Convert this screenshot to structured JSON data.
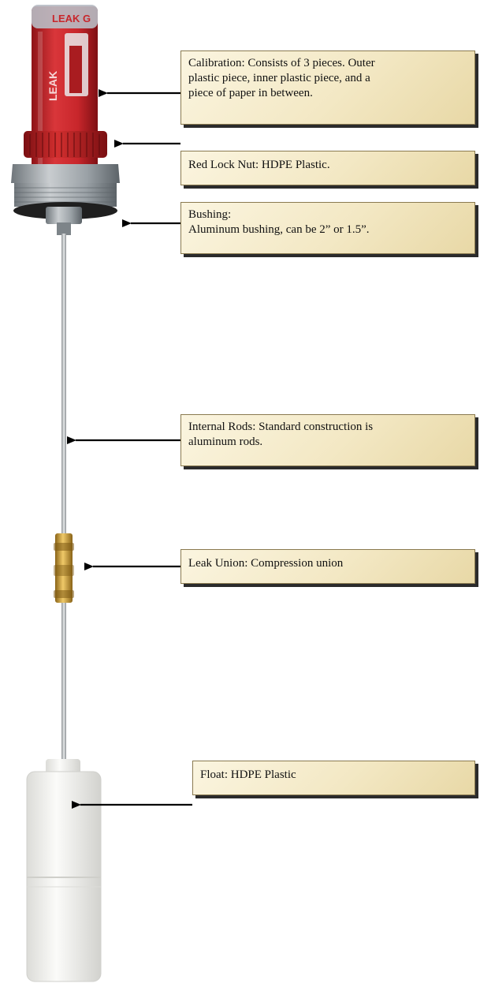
{
  "gauge": {
    "cap_text": "LEAK G",
    "side_text": "LEAK"
  },
  "callouts": {
    "calibration": {
      "lines": [
        "Calibration: Consists of 3 pieces.  Outer",
        "plastic piece, inner plastic piece, and a",
        "piece of paper in between."
      ]
    },
    "lock_nut": {
      "lines": [
        "Red Lock Nut:  HDPE Plastic."
      ]
    },
    "bushing": {
      "lines": [
        "Bushing:",
        "Aluminum bushing, can be 2” or 1.5”."
      ]
    },
    "rods": {
      "lines": [
        "Internal Rods:  Standard construction is",
        "aluminum rods."
      ]
    },
    "union": {
      "lines": [
        "Leak Union:  Compression union"
      ]
    },
    "float": {
      "lines": [
        "Float:  HDPE Plastic"
      ]
    }
  },
  "colors": {
    "gauge_red": "#c8262b",
    "nut_red": "#b71c1c",
    "bushing_gray": "#9aa1a6",
    "rod_gray": "#b9bcbf",
    "brass": "#c99a3a",
    "float_white": "#f2f2f0",
    "callout_fill": "#f3e8c4",
    "arrow": "#000000"
  }
}
